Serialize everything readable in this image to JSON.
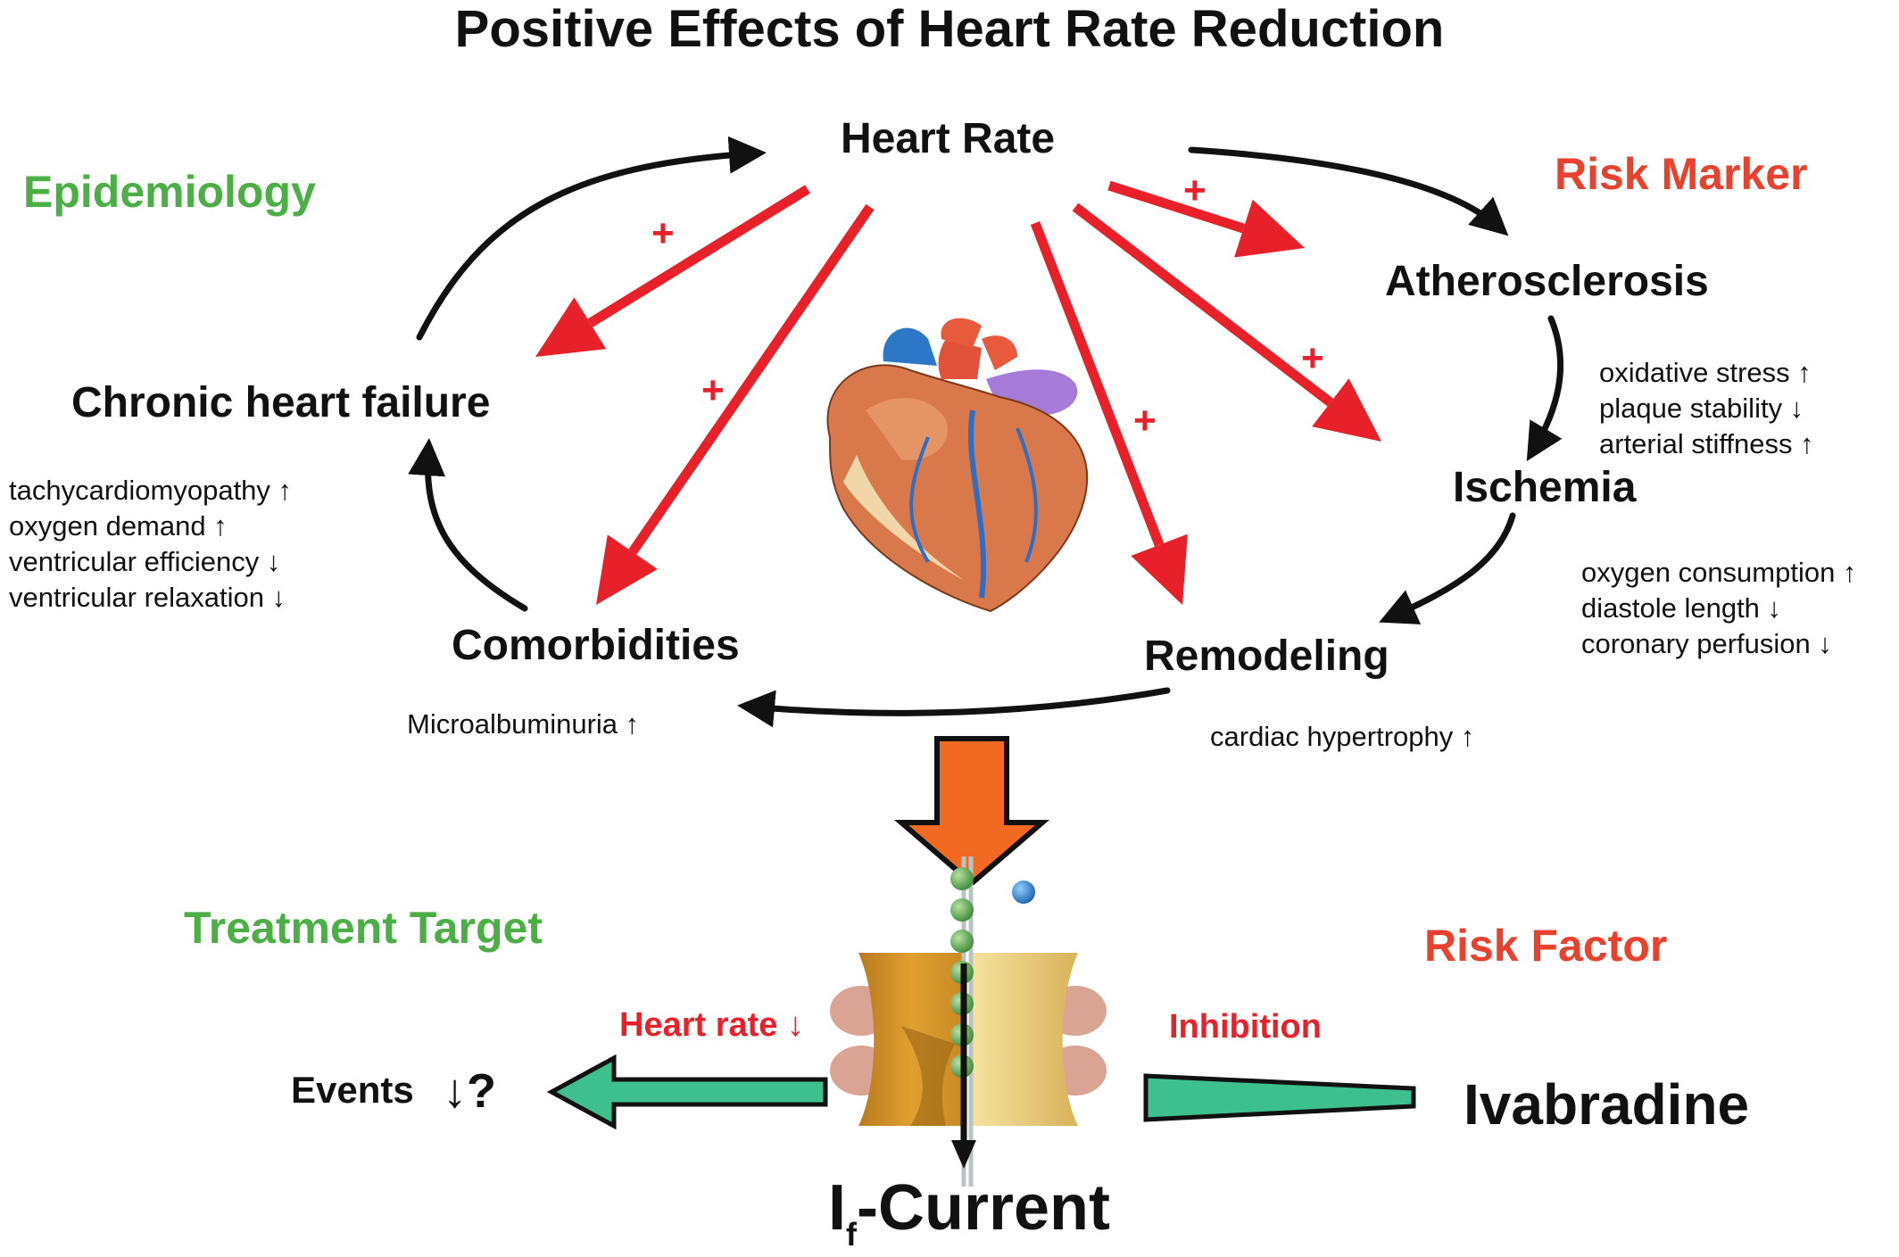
{
  "title": "Positive Effects of Heart Rate Reduction",
  "nodes": {
    "heart_rate": "Heart Rate",
    "atherosclerosis": "Atherosclerosis",
    "ischemia": "Ischemia",
    "remodeling": "Remodeling",
    "comorbidities": "Comorbidities",
    "chronic_heart_failure": "Chronic heart failure"
  },
  "labels": {
    "epidemiology": "Epidemiology",
    "risk_marker": "Risk Marker",
    "treatment_target": "Treatment Target",
    "risk_factor": "Risk Factor"
  },
  "effects": {
    "chf": [
      "tachycardiomyopathy ↑",
      "oxygen demand ↑",
      "ventricular efficiency ↓",
      "ventricular relaxation ↓"
    ],
    "atherosclerosis": [
      "oxidative stress ↑",
      "plaque stability ↓",
      "arterial stiffness ↑"
    ],
    "ischemia": [
      "oxygen consumption ↑",
      "diastole length ↓",
      "coronary perfusion ↓"
    ],
    "comorbidities": "Microalbuminuria ↑",
    "remodeling": "cardiac hypertrophy ↑"
  },
  "plus_sign": "+",
  "bottom": {
    "heart_rate_down": "Heart rate ↓",
    "inhibition": "Inhibition",
    "events": "Events",
    "events_symbol": "↓?",
    "ivabradine": "Ivabradine",
    "current_main": "I",
    "current_sub": "f",
    "current_suffix": "-Current"
  },
  "colors": {
    "red_arrow": "#e8202a",
    "green_text": "#4caf46",
    "red_text": "#e8412d",
    "orange_arrow": "#f26a21",
    "teal_arrow": "#3dbf8f"
  },
  "icons": {
    "heart": "heart-illustration",
    "channel": "ion-channel-illustration"
  }
}
